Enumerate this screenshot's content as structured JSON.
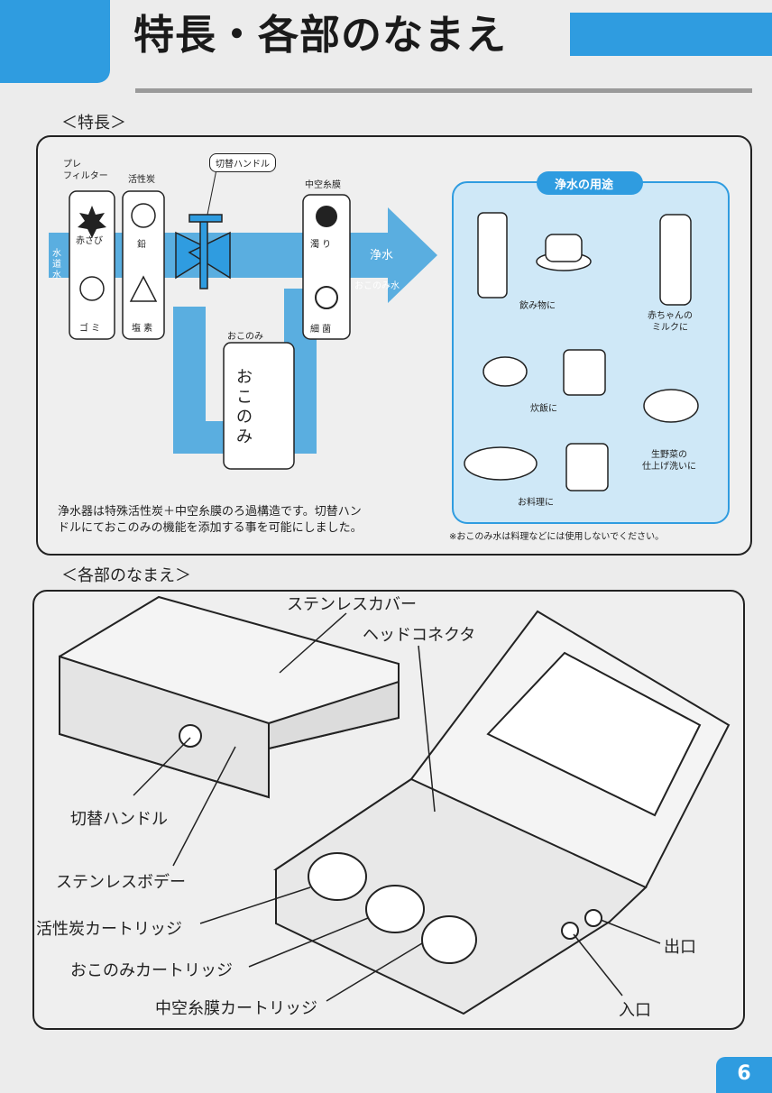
{
  "title": "特長・各部のなまえ",
  "features": {
    "heading": "＜特長＞",
    "filter_labels": {
      "prefilter": "プレ\nフィルター",
      "carbon": "活性炭",
      "handle": "切替ハンドル",
      "hollow_fiber": "中空糸膜"
    },
    "tap_water": "水道水",
    "prefilter_items": [
      "赤さび",
      "ゴ ミ"
    ],
    "carbon_items": [
      "鉛",
      "塩 素"
    ],
    "fiber_items": [
      "濁 り",
      "細 菌"
    ],
    "okonomi_small": "おこのみ",
    "okonomi_box": "おこのみ",
    "arrow_top": "浄水",
    "arrow_bottom": "おこのみ水",
    "description": [
      "浄水器は特殊活性炭＋中空糸膜のろ過構造です。切替ハン",
      "ドルにておこのみの機能を添加する事を可能にしました。"
    ],
    "uses": {
      "title": "浄水の用途",
      "items": [
        "飲み物に",
        "赤ちゃんの\nミルクに",
        "炊飯に",
        "生野菜の\n仕上げ洗いに",
        "お料理に"
      ]
    },
    "footnote": "※おこのみ水は料理などには使用しないでください。"
  },
  "parts": {
    "heading": "＜各部のなまえ＞",
    "labels": {
      "cover": "ステンレスカバー",
      "connector": "ヘッドコネクタ",
      "handle": "切替ハンドル",
      "body": "ステンレスボデー",
      "carbon_cartridge": "活性炭カートリッジ",
      "okonomi_cartridge": "おこのみカートリッジ",
      "fiber_cartridge": "中空糸膜カートリッジ",
      "outlet": "出口",
      "inlet": "入口"
    }
  },
  "page_number": "6",
  "colors": {
    "accent": "#2f9ce0",
    "light_blue": "#cfe8f7",
    "flow_blue": "#5aaee0"
  }
}
